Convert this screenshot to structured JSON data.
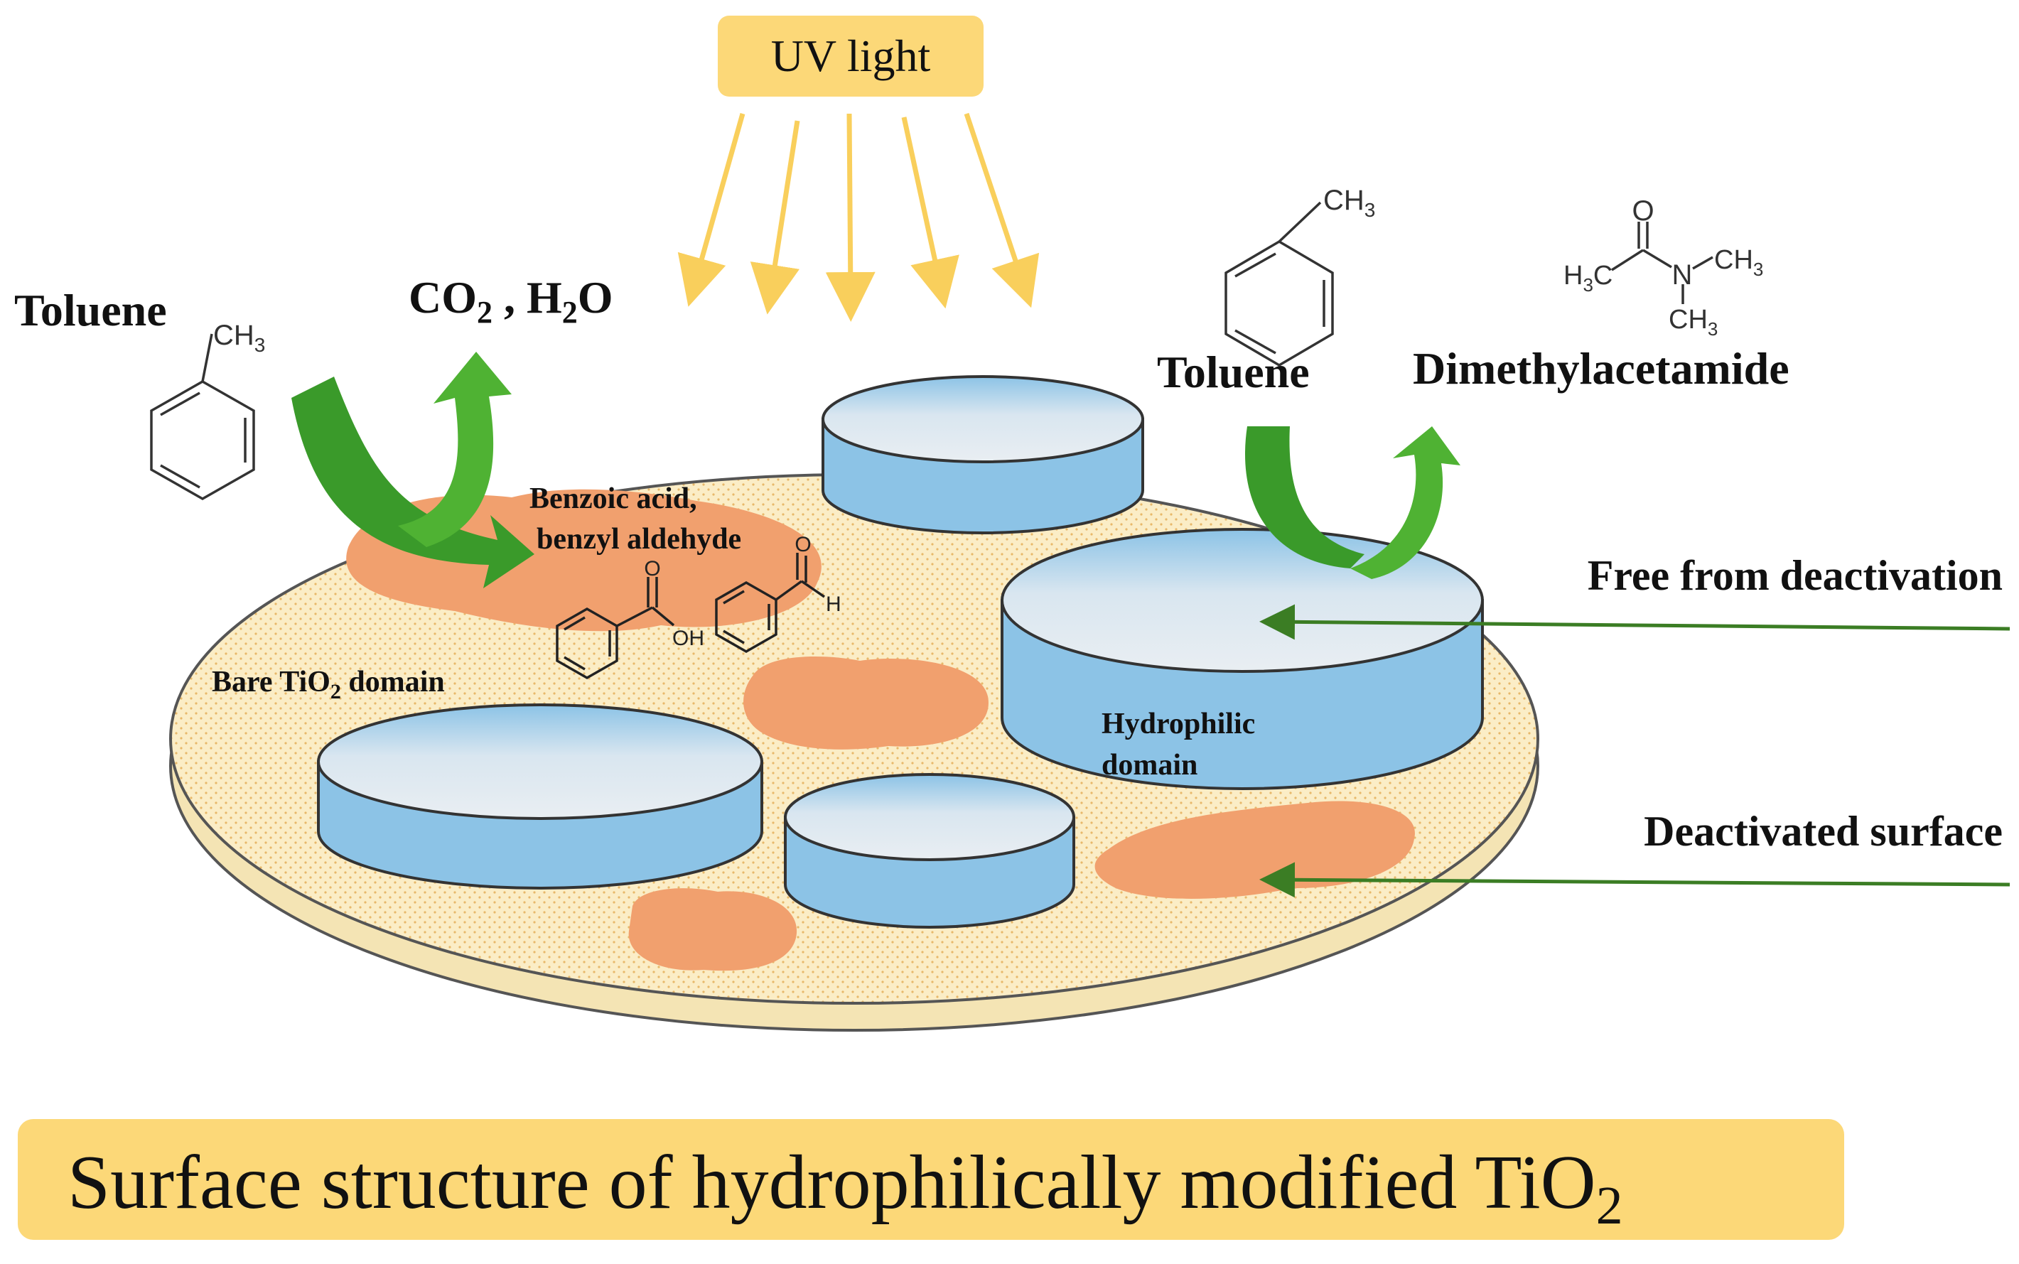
{
  "uv_label": "UV light",
  "left": {
    "reactant": "Toluene",
    "products": {
      "co2": "CO",
      "co2_sub": "2",
      "sep": " , ",
      "h": "H",
      "h_sub": "2",
      "o": "O"
    },
    "intermediates_line1": "Benzoic acid,",
    "intermediates_line2": "benzyl aldehyde",
    "bare_domain": {
      "pre": "Bare TiO",
      "sub": "2",
      "post": " domain"
    }
  },
  "right": {
    "reactant": "Toluene",
    "product": "Dimethylacetamide",
    "hydrophilic_line1": "Hydrophilic",
    "hydrophilic_line2": "domain",
    "free_label": "Free from deactivation",
    "deactivated_label": "Deactivated surface"
  },
  "molecules": {
    "ch3": "CH",
    "ch3_sub": "3",
    "h3c_h": "H",
    "h3c_sub": "3",
    "h3c_c": "C",
    "n": "N",
    "o": "O",
    "oh": "OH",
    "h": "H"
  },
  "title": {
    "text": "Surface structure of hydrophilically modified TiO",
    "sub": "2"
  },
  "colors": {
    "label_bg": "#fcd878",
    "arrow_green": "#3a9a2a",
    "pointer_green": "#3b7d24",
    "uv_arrow": "#f9cf5c",
    "disk_fill": "#fbedc6",
    "stain": "#f1a06e",
    "cylinder_side": "#8cc3e6",
    "cylinder_top": "#dde6ee"
  }
}
